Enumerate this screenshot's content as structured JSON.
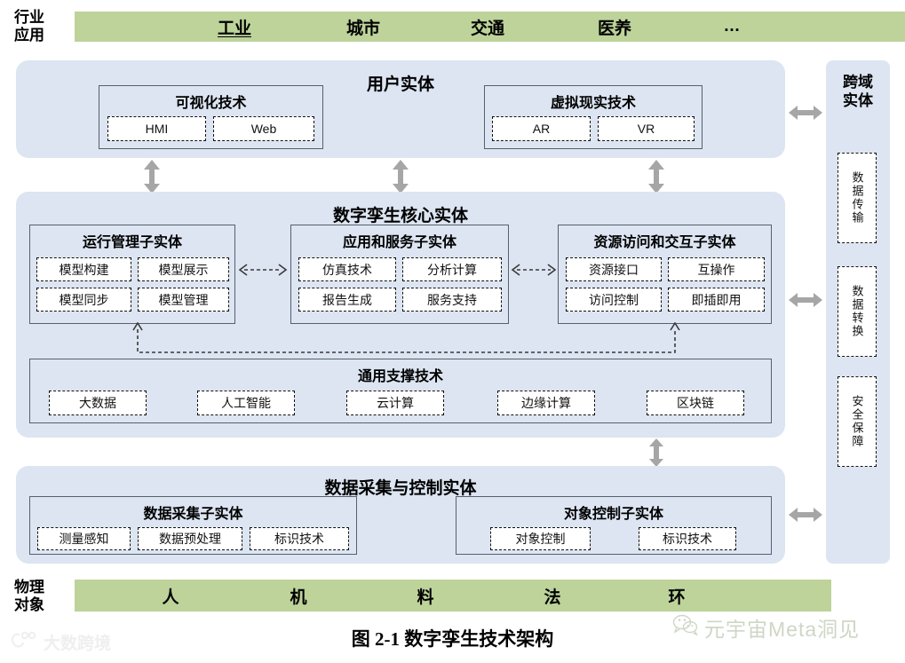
{
  "figure": {
    "caption": "图 2-1  数字孪生技术架构"
  },
  "industry_row": {
    "label": "行业\n应用",
    "label_line1": "行业",
    "label_line2": "应用",
    "items": [
      {
        "text": "工业",
        "underlined": true
      },
      {
        "text": "城市",
        "underlined": false
      },
      {
        "text": "交通",
        "underlined": false
      },
      {
        "text": "医养",
        "underlined": false
      },
      {
        "text": "…",
        "underlined": false
      }
    ],
    "color": "#bdd39a"
  },
  "physical_row": {
    "label_line1": "物理",
    "label_line2": "对象",
    "items": [
      {
        "text": "人"
      },
      {
        "text": "机"
      },
      {
        "text": "料"
      },
      {
        "text": "法"
      },
      {
        "text": "环"
      }
    ],
    "color": "#bdd39a"
  },
  "layers": {
    "user_entity": {
      "title": "用户实体",
      "groups": [
        {
          "title": "可视化技术",
          "leaves": [
            "HMI",
            "Web"
          ]
        },
        {
          "title": "虚拟现实技术",
          "leaves": [
            "AR",
            "VR"
          ]
        }
      ]
    },
    "core_entity": {
      "title": "数字孪生核心实体",
      "groups": [
        {
          "title": "运行管理子实体",
          "leaves": [
            "模型构建",
            "模型展示",
            "模型同步",
            "模型管理"
          ]
        },
        {
          "title": "应用和服务子实体",
          "leaves": [
            "仿真技术",
            "分析计算",
            "报告生成",
            "服务支持"
          ]
        },
        {
          "title": "资源访问和交互子实体",
          "leaves": [
            "资源接口",
            "互操作",
            "访问控制",
            "即插即用"
          ]
        }
      ],
      "support": {
        "title": "通用支撑技术",
        "leaves": [
          "大数据",
          "人工智能",
          "云计算",
          "边缘计算",
          "区块链"
        ]
      }
    },
    "acquisition_entity": {
      "title": "数据采集与控制实体",
      "groups": [
        {
          "title": "数据采集子实体",
          "leaves": [
            "测量感知",
            "数据预处理",
            "标识技术"
          ]
        },
        {
          "title": "对象控制子实体",
          "leaves": [
            "对象控制",
            "标识技术"
          ]
        }
      ]
    },
    "cross_domain": {
      "title_line1": "跨域",
      "title_line2": "实体",
      "leaves": [
        "数据传输",
        "数据转换",
        "安全保障"
      ]
    }
  },
  "watermarks": {
    "right": "元宇宙Meta洞见",
    "left": "大数跨境"
  },
  "colors": {
    "green": "#bdd39a",
    "panel_blue": "#dce5f1",
    "border_gray": "#56606e",
    "arrow_gray": "#a6a6a6",
    "dashed_black": "#111111"
  }
}
